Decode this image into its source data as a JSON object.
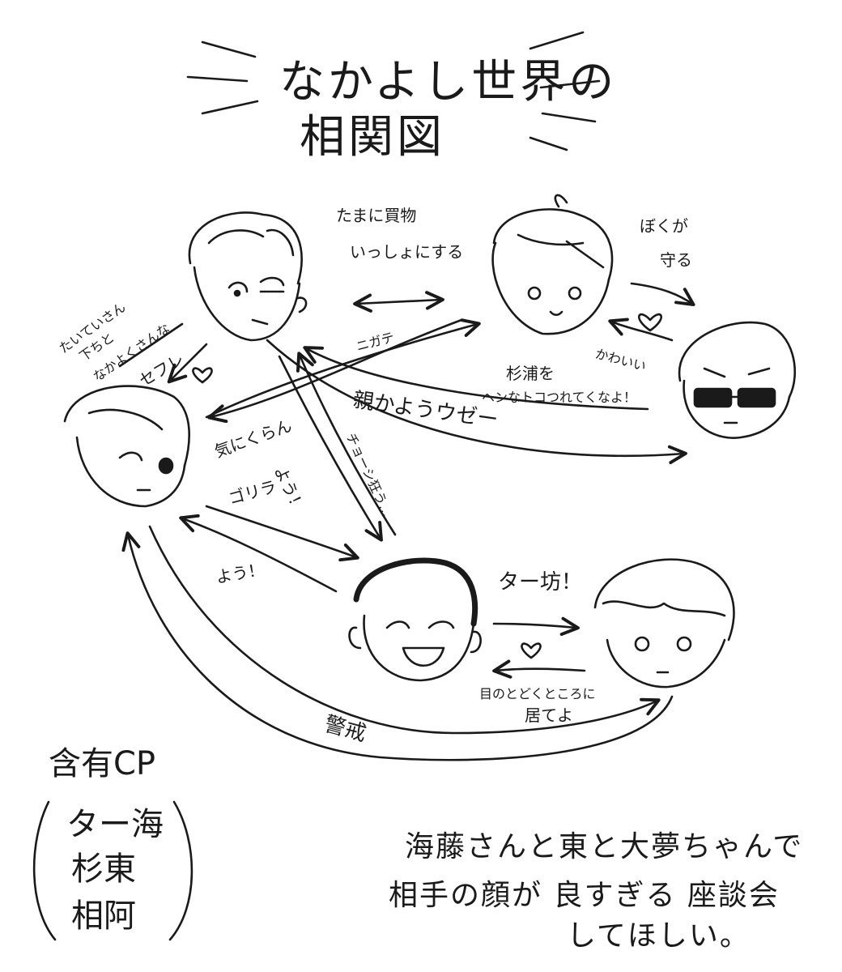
{
  "title": {
    "line1": "なかよし世界の",
    "line2": "相関図"
  },
  "labels": {
    "kaimono1": "たまに買物",
    "kaimono2": "いっしょにする",
    "bokuga1": "ぼくが",
    "bokuga2": "守る",
    "taitei1": "たいていさん",
    "taitei2": "下ちと",
    "taitei3": "なかよくさんな",
    "sefure": "セフレ",
    "nigate": "ニガテ",
    "kawaii": "かわいい",
    "sugiura1": "杉浦を",
    "sugiura2": "ヘンなトコつれてくなよ！",
    "oyakayou": "親かようウゼー",
    "kinikuran": "気にくらん",
    "you1": "よう！",
    "chouji": "チョーシ狂う…",
    "gorira": "ゴリラ",
    "you2": "よう！",
    "tabou": "ター坊！",
    "menotodoku1": "目のとどくところに",
    "menotodoku2": "居てよ",
    "keikai": "警戒"
  },
  "cp_box": {
    "heading": "含有CP",
    "items": [
      "ター海",
      "杉東",
      "相阿"
    ]
  },
  "note": {
    "line1": "海藤さんと東と大夢ちゃんで",
    "line2": "相手の顔が 良すぎる 座談会",
    "line3": "してほしい。"
  }
}
